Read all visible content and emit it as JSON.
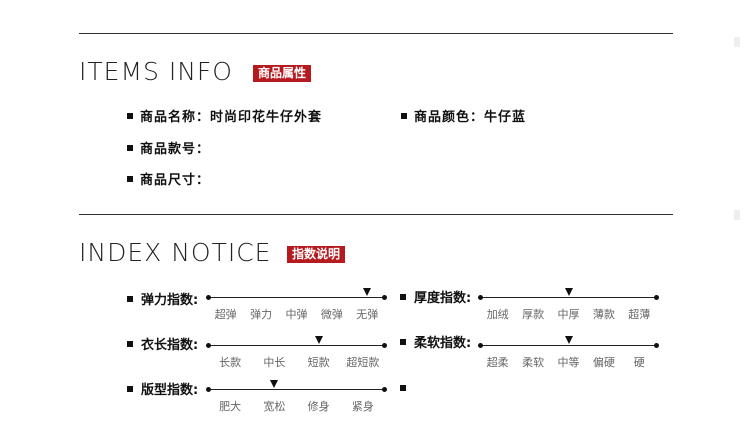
{
  "items_info": {
    "title": "ITEMS INFO",
    "badge": "商品属性",
    "attributes": [
      {
        "label": "商品名称：",
        "value": "时尚印花牛仔外套"
      },
      {
        "label": "商品颜色：",
        "value": "牛仔蓝"
      },
      {
        "label": "商品款号：",
        "value": ""
      },
      {
        "label": "商品尺寸：",
        "value": ""
      }
    ]
  },
  "index_notice": {
    "title": "INDEX NOTICE",
    "badge": "指数说明",
    "indices": [
      {
        "label": "弹力指数:",
        "options": [
          "超弹",
          "弹力",
          "中弹",
          "微弹",
          "无弹"
        ],
        "selected": 4
      },
      {
        "label": "厚度指数:",
        "options": [
          "加绒",
          "厚款",
          "中厚",
          "薄款",
          "超薄"
        ],
        "selected": 2
      },
      {
        "label": "衣长指数:",
        "options": [
          "长款",
          "中长",
          "短款",
          "超短款"
        ],
        "selected": 2
      },
      {
        "label": "柔软指数:",
        "options": [
          "超柔",
          "柔软",
          "中等",
          "偏硬",
          "硬"
        ],
        "selected": 2
      },
      {
        "label": "版型指数:",
        "options": [
          "肥大",
          "宽松",
          "修身",
          "紧身"
        ],
        "selected": 1
      }
    ]
  }
}
